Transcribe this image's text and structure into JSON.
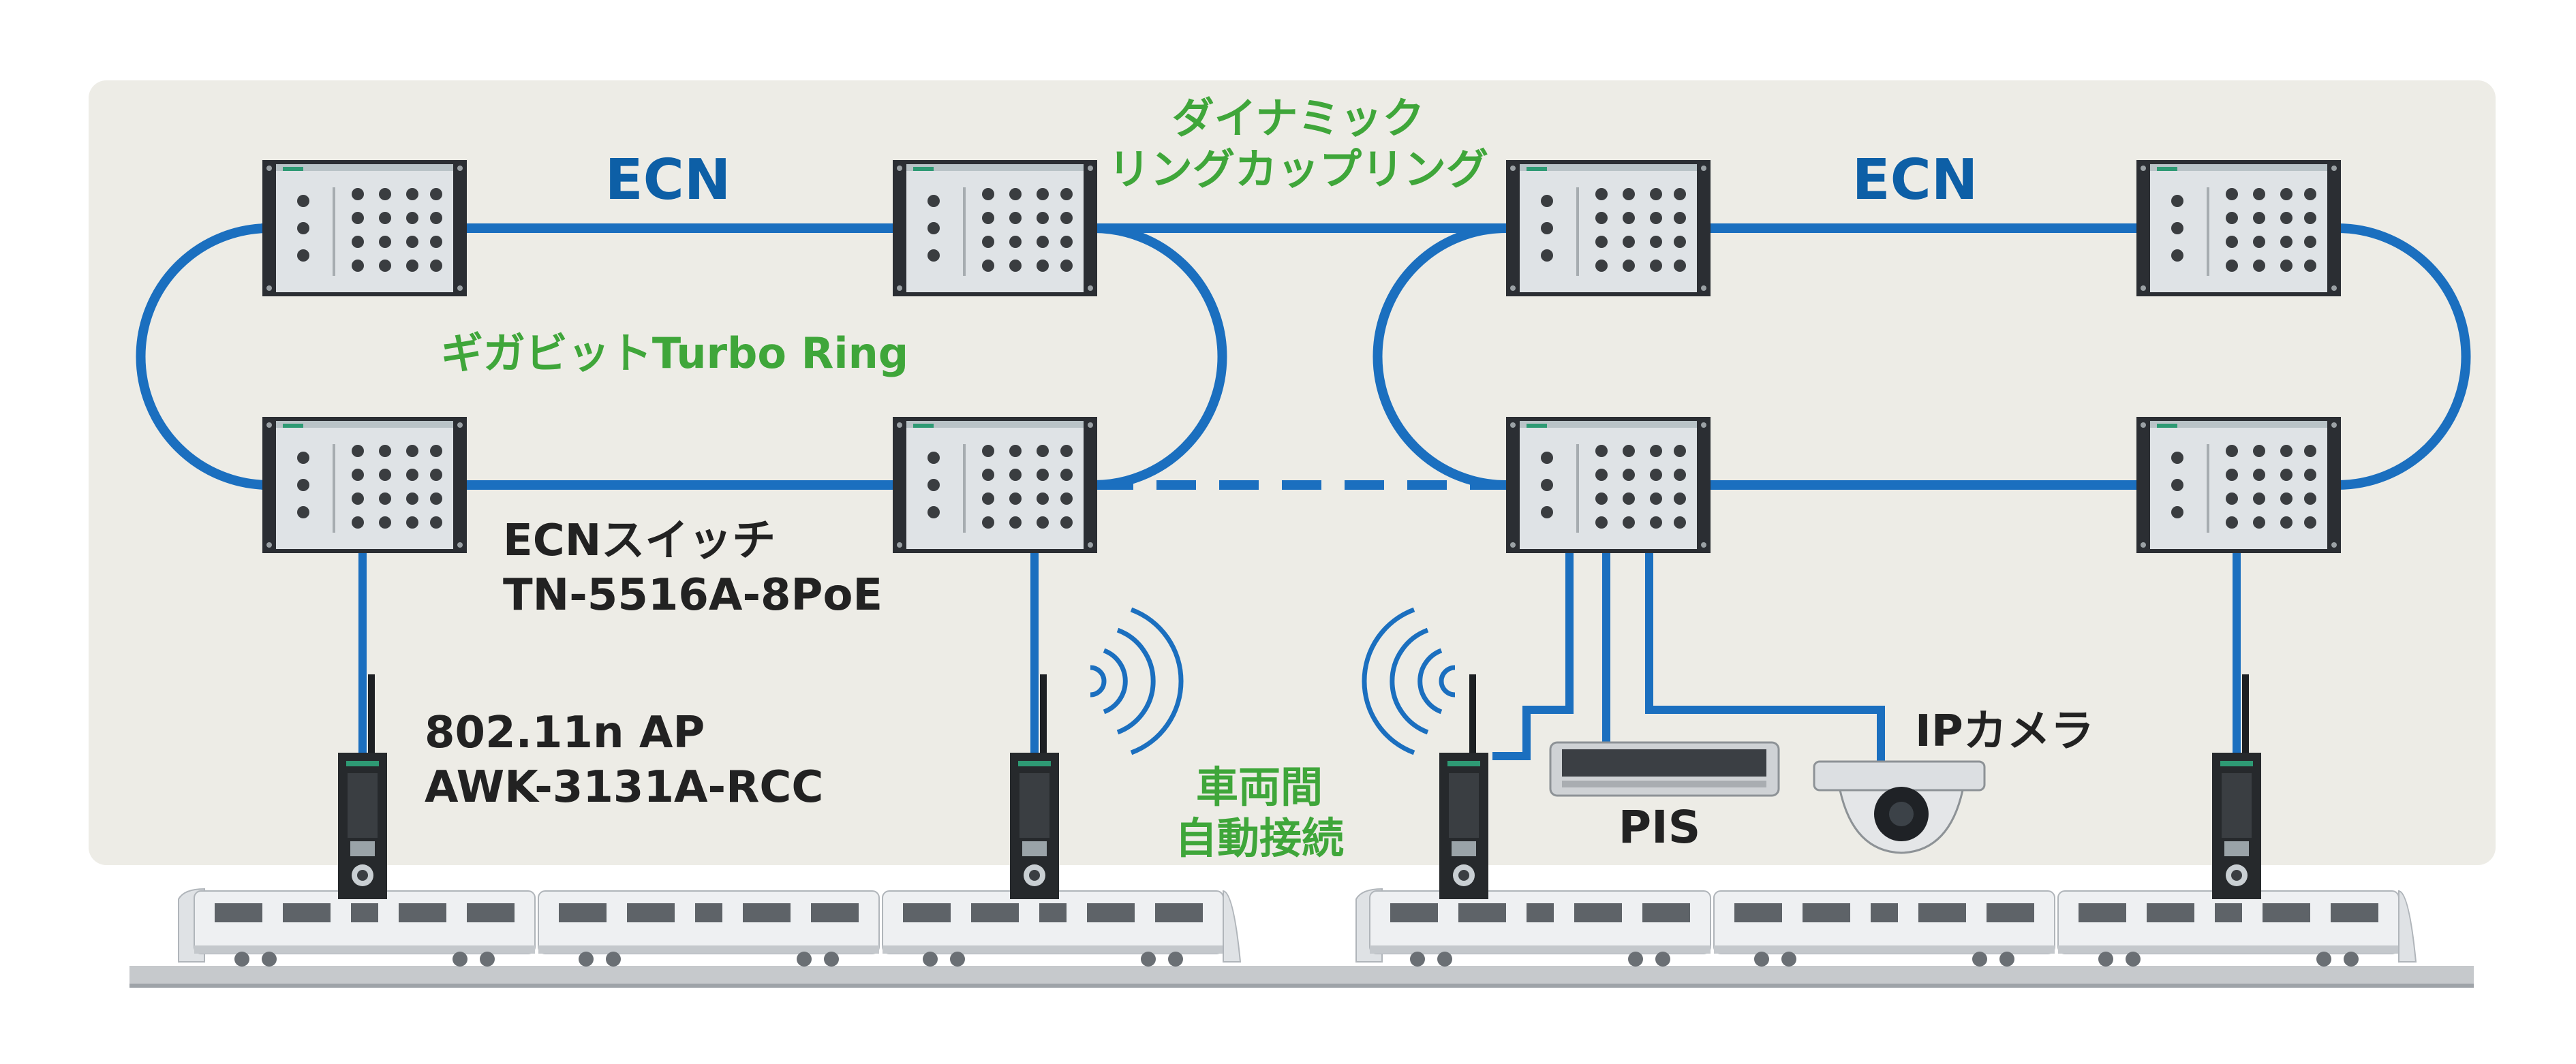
{
  "labels": {
    "ecn_left": "ECN",
    "ecn_right": "ECN",
    "dynamic_coupling_line1": "ダイナミック",
    "dynamic_coupling_line2": "リングカップリング",
    "gigabit_turbo_ring": "ギガビットTurbo Ring",
    "ecn_switch_line1": "ECNスイッチ",
    "ecn_switch_line2": "TN-5516A-8PoE",
    "ap_line1": "802.11n AP",
    "ap_line2": "AWK-3131A-RCC",
    "car_link_line1": "車両間",
    "car_link_line2": "自動接続",
    "pis": "PIS",
    "ip_camera": "IPカメラ"
  },
  "colors": {
    "panel_bg": "#edece6",
    "link_blue": "#1b6fbf",
    "label_blue": "#0d5fa6",
    "label_green": "#3fa63a",
    "switch_frame": "#2b2e33",
    "switch_face": "#dfe3e6"
  },
  "icons": {
    "switch": "ecn-switch-icon",
    "ap": "wireless-ap-icon",
    "wifi": "wifi-waves-icon",
    "pis": "pis-display-icon",
    "camera": "ip-camera-icon",
    "train": "train-icon"
  }
}
